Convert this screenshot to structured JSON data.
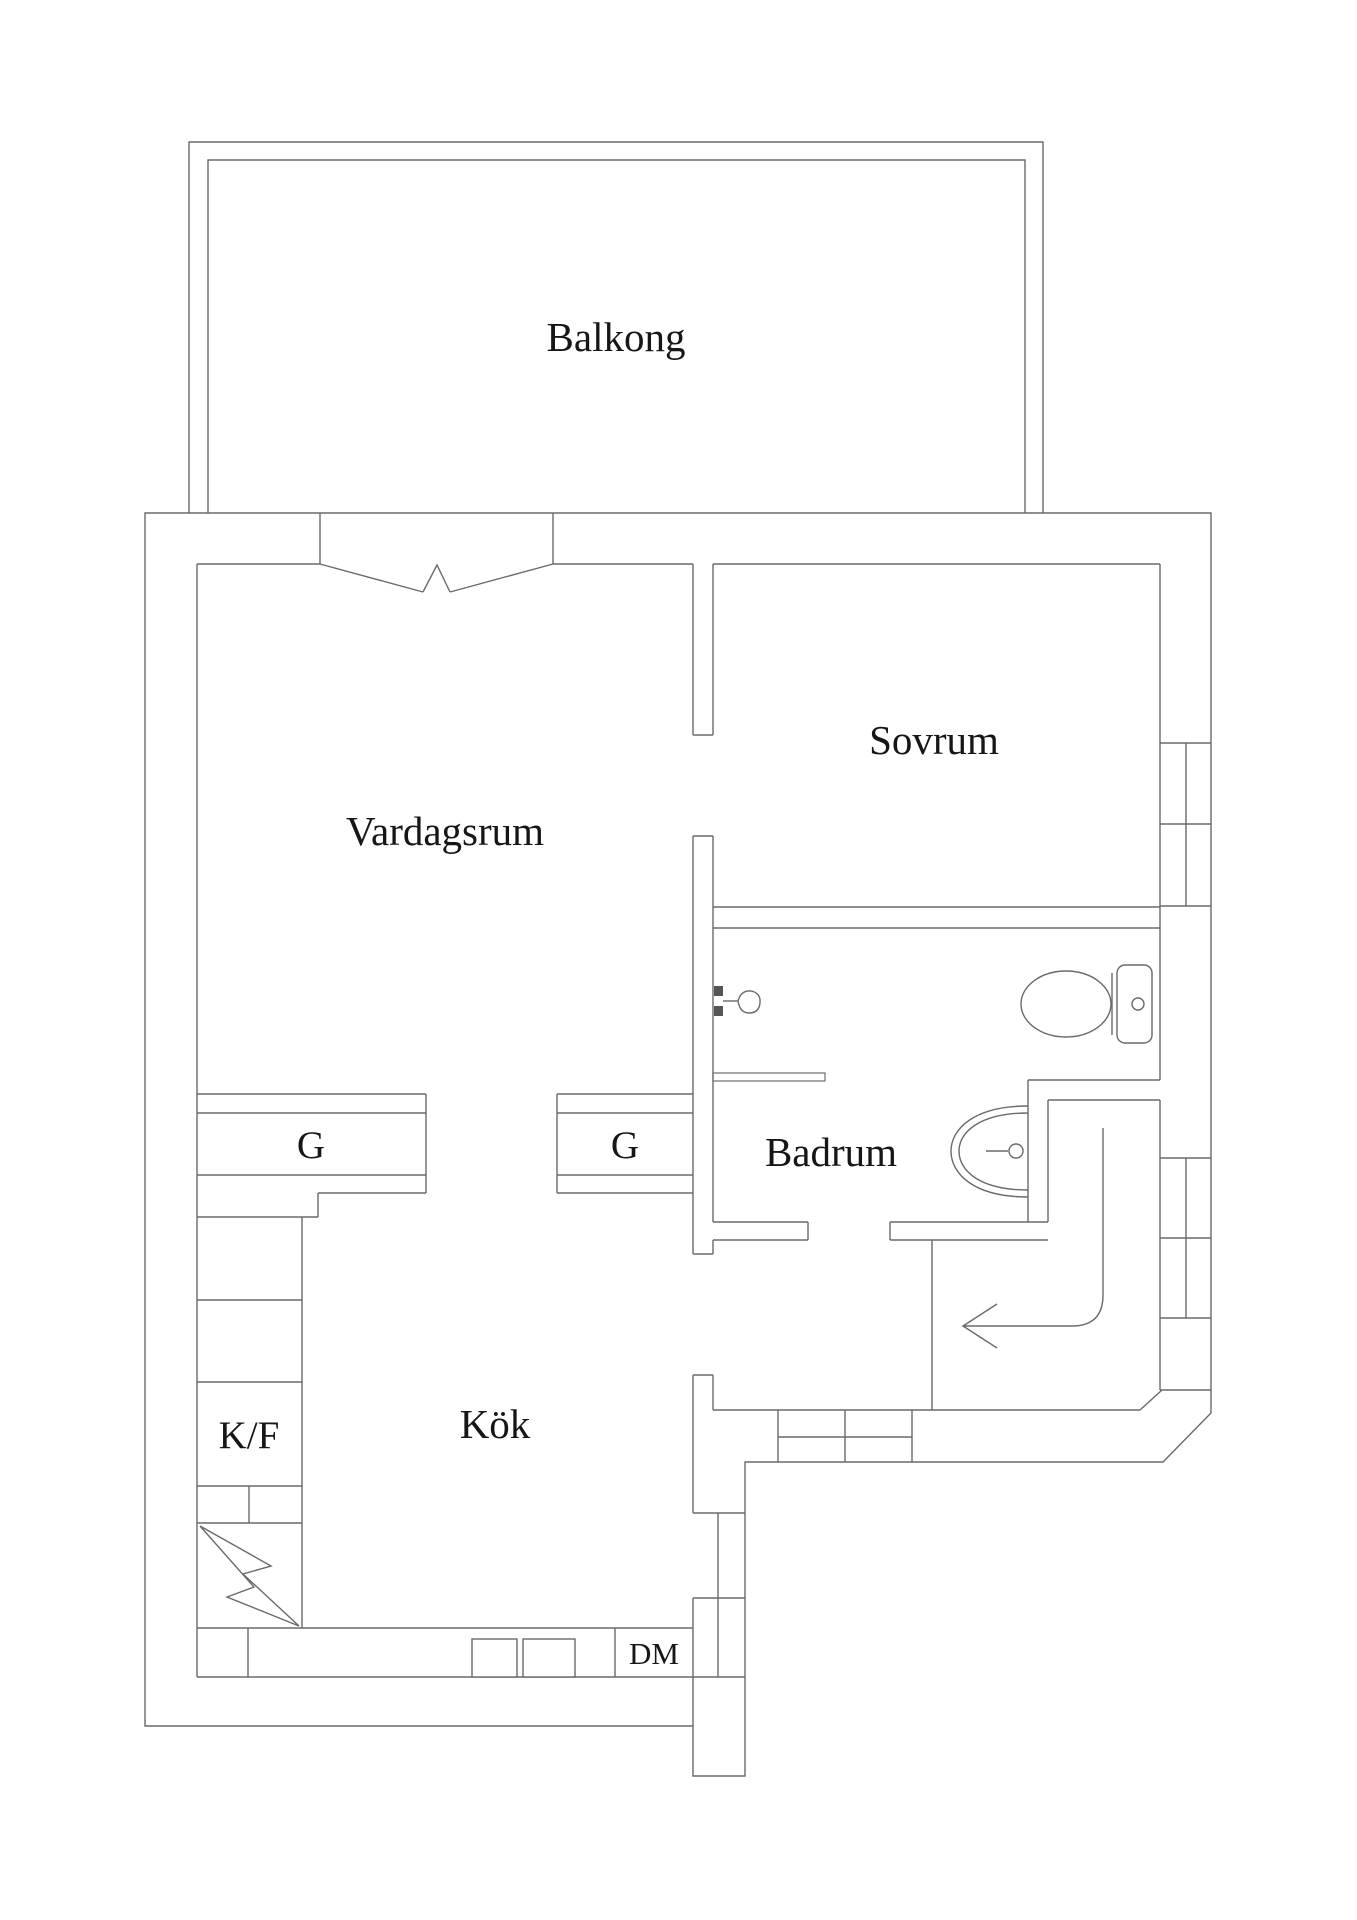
{
  "floorplan": {
    "type": "apartment-floor-plan",
    "language": "Swedish",
    "colors": {
      "background": "#ffffff",
      "line": "#6a6a6a",
      "text": "#161616"
    },
    "rooms": {
      "balcony": {
        "label": "Balkong"
      },
      "living_room": {
        "label": "Vardagsrum"
      },
      "bedroom": {
        "label": "Sovrum"
      },
      "bathroom": {
        "label": "Badrum"
      },
      "kitchen": {
        "label": "Kök"
      }
    },
    "fixtures": {
      "wardrobe_left": {
        "label": "G"
      },
      "wardrobe_right": {
        "label": "G"
      },
      "fridge_freezer": {
        "label": "K/F"
      },
      "dishwasher": {
        "label": "DM"
      }
    },
    "icons": [
      "toilet-icon",
      "washbasin-icon",
      "hand-sink-icon",
      "shower-screen-icon",
      "entry-arrow-icon",
      "balcony-door-icon",
      "window-icon",
      "stove-flash-icon",
      "kitchen-sink-icon"
    ]
  }
}
